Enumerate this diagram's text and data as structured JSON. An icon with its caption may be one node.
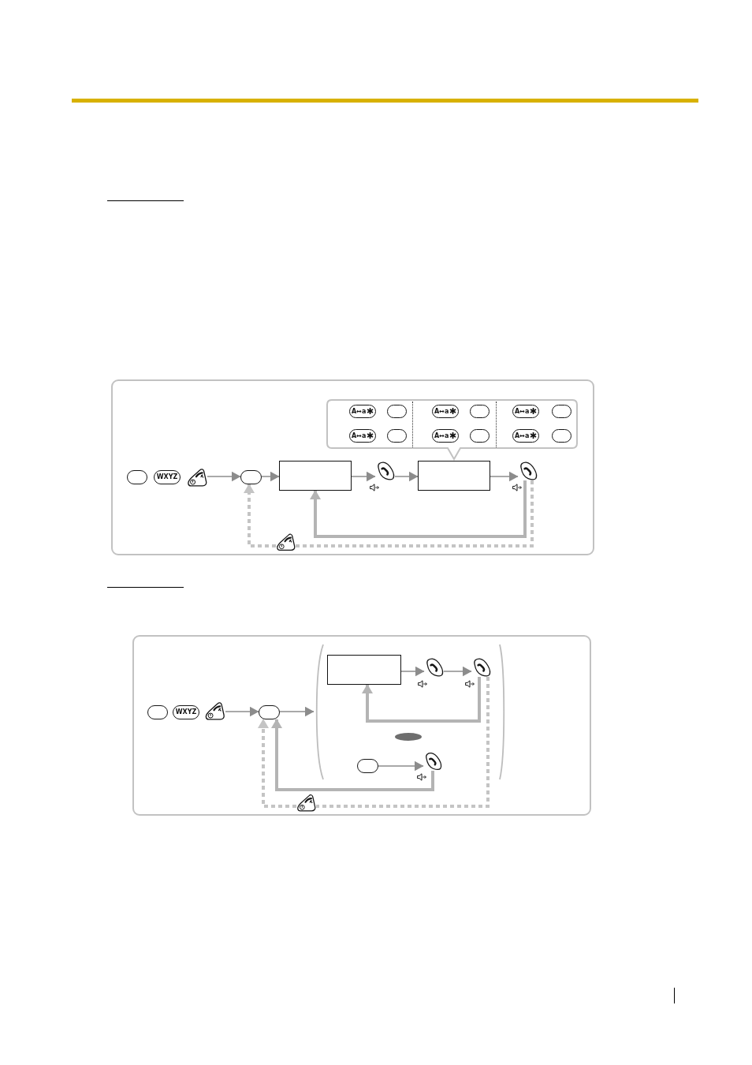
{
  "diagram": {
    "nodes": [
      {
        "text": [],
        "shape": "panel"
      },
      {
        "text": [],
        "shape": "callout",
        "in": 0
      },
      {
        "text": [
          "A↔a",
          "✱"
        ],
        "in": 1
      },
      {
        "text": [],
        "shape": "key",
        "in": 1
      },
      {
        "text": [
          "A↔a",
          "✱"
        ],
        "in": 1
      },
      {
        "text": [],
        "shape": "key",
        "in": 1
      },
      {
        "text": [
          "A↔a",
          "✱"
        ],
        "in": 1
      },
      {
        "text": [],
        "shape": "key",
        "in": 1
      },
      {
        "text": [
          "A↔a",
          "✱"
        ],
        "in": 1
      },
      {
        "text": [],
        "shape": "key",
        "in": 1
      },
      {
        "text": [
          "A↔a",
          "✱"
        ],
        "in": 1
      },
      {
        "text": [],
        "shape": "key",
        "in": 1
      },
      {
        "text": [
          "A↔a",
          "✱"
        ],
        "in": 1
      },
      {
        "text": [],
        "shape": "key",
        "in": 1
      },
      {
        "text": [],
        "shape": "key",
        "in": 0
      },
      {
        "text": [
          "WXYZ"
        ],
        "in": 0
      },
      {
        "text": [],
        "shape": "picture",
        "in": 0
      },
      {
        "text": [],
        "shape": "key",
        "in": 0
      },
      {
        "text": [],
        "shape": "box",
        "in": 0
      },
      {
        "text": [],
        "shape": "picture",
        "in": 0
      },
      {
        "text": [],
        "shape": "box",
        "in": 0
      },
      {
        "text": [],
        "shape": "picture",
        "in": 0
      },
      {
        "text": [],
        "shape": "picture",
        "in": 0
      },
      {
        "text": [],
        "shape": "panel"
      },
      {
        "text": [],
        "shape": "key",
        "in": 23
      },
      {
        "text": [
          "WXYZ"
        ],
        "in": 23
      },
      {
        "text": [],
        "shape": "picture",
        "in": 23
      },
      {
        "text": [],
        "shape": "key",
        "in": 23
      },
      {
        "text": [],
        "shape": "brackets",
        "in": 23
      },
      {
        "text": [],
        "shape": "box",
        "in": 28
      },
      {
        "text": [],
        "shape": "picture",
        "in": 28
      },
      {
        "text": [],
        "shape": "picture",
        "in": 28
      },
      {
        "text": [],
        "shape": "key",
        "in": 28
      },
      {
        "text": [],
        "shape": "picture",
        "in": 28
      },
      {
        "text": [],
        "shape": "picture",
        "in": 23
      }
    ],
    "edges": [
      {
        "from": 16,
        "to": 17,
        "arrow": "to"
      },
      {
        "from": 17,
        "to": 18,
        "arrow": "to"
      },
      {
        "from": 18,
        "to": 19,
        "arrow": "to"
      },
      {
        "from": 19,
        "to": 20,
        "arrow": "to"
      },
      {
        "from": 20,
        "to": 21,
        "arrow": "to"
      },
      {
        "from": 21,
        "to": 22,
        "arrow": "none",
        "style": "dashed",
        "color": "#c4c4c4"
      },
      {
        "from": 22,
        "to": 17,
        "arrow": "to",
        "style": "dashed",
        "color": "#c4c4c4"
      },
      {
        "from": 21,
        "to": 18,
        "arrow": "to",
        "style": "thick",
        "color": "#b4b4b4"
      },
      {
        "from": 26,
        "to": 27,
        "arrow": "to"
      },
      {
        "from": 27,
        "to": 28,
        "arrow": "to"
      },
      {
        "from": 29,
        "to": 30,
        "arrow": "to"
      },
      {
        "from": 30,
        "to": 31,
        "arrow": "to"
      },
      {
        "from": 32,
        "to": 33,
        "arrow": "to"
      },
      {
        "from": 31,
        "to": 29,
        "arrow": "to",
        "style": "thick",
        "color": "#b4b4b4"
      },
      {
        "from": 33,
        "to": 27,
        "arrow": "to",
        "style": "thick",
        "color": "#b4b4b4"
      },
      {
        "from": 31,
        "to": 34,
        "arrow": "none",
        "style": "dashed",
        "color": "#c4c4c4"
      },
      {
        "from": 34,
        "to": 27,
        "arrow": "to",
        "style": "dashed",
        "color": "#c4c4c4"
      }
    ]
  }
}
